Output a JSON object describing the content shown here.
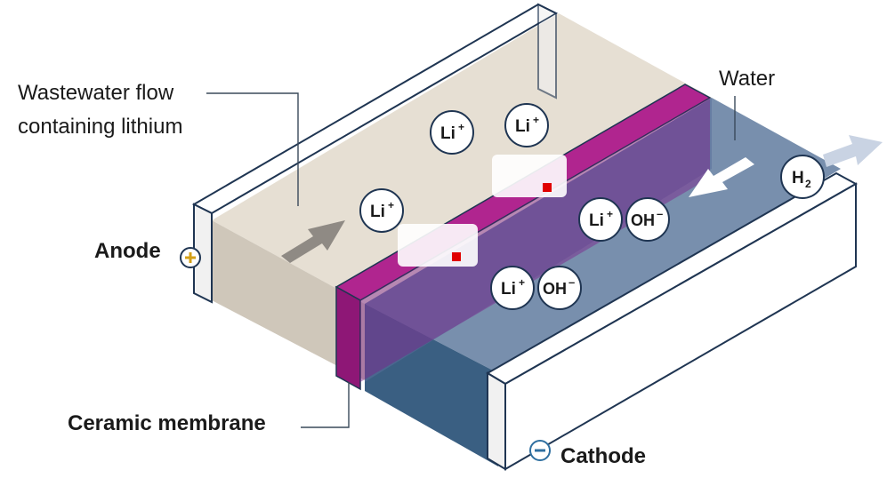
{
  "labels": {
    "wastewater_line1": "Wastewater flow",
    "wastewater_line2": "containing lithium",
    "water": "Water",
    "anode": "Anode",
    "cathode": "Cathode",
    "membrane": "Ceramic membrane"
  },
  "ions": {
    "li": "Li",
    "plus": "+",
    "oh": "OH",
    "minus": "–",
    "h2_h": "H",
    "h2_sub": "2"
  },
  "colors": {
    "anode_side": "#e4ddd2",
    "cathode_side": "#4a6a8c",
    "membrane": "#9c1b84",
    "electrode": "#ffffff",
    "outline": "#1f3552",
    "anode_sign": "#d4a017",
    "cathode_sign": "#2f6fa0"
  }
}
